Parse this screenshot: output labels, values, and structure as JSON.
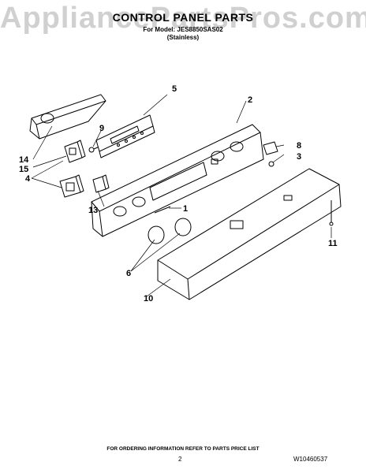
{
  "watermark": "AppliancePartsPros.com",
  "header": {
    "title": "CONTROL PANEL PARTS",
    "model_line": "For Model: JES8850SAS02",
    "finish": "(Stainless)"
  },
  "callouts": [
    "1",
    "2",
    "3",
    "4",
    "5",
    "6",
    "8",
    "9",
    "10",
    "11",
    "13",
    "14",
    "15"
  ],
  "footer": {
    "ordering_note": "FOR ORDERING INFORMATION REFER TO PARTS PRICE LIST",
    "page_number": "2",
    "doc_number": "W10460537"
  }
}
